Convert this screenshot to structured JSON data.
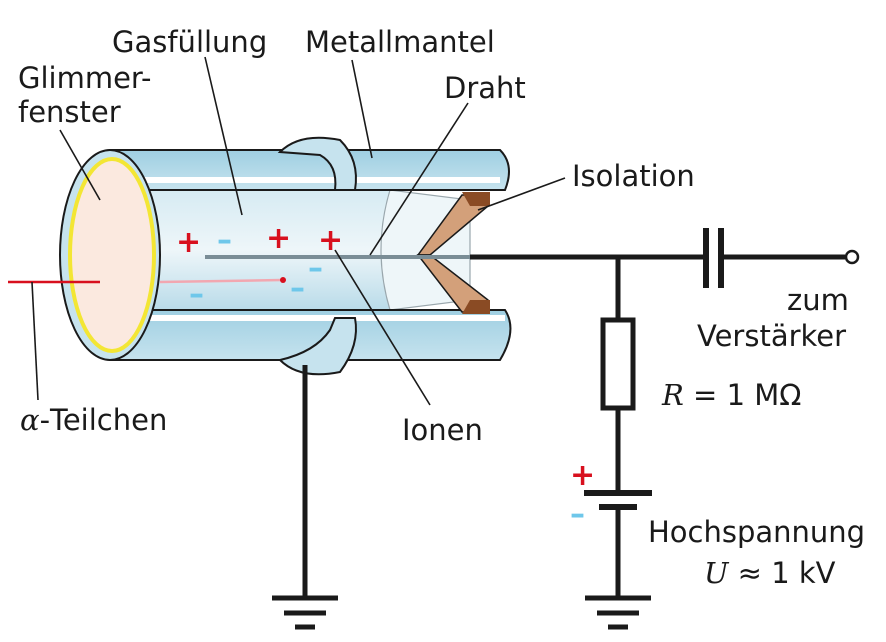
{
  "labels": {
    "gasfuellung": "Gasfüllung",
    "metallmantel": "Metallmantel",
    "glimmer_line1": "Glimmer-",
    "glimmer_line2": "fenster",
    "draht": "Draht",
    "isolation": "Isolation",
    "zum": "zum",
    "verstaerker": "Verstärker",
    "r_symbol": "R",
    "r_value": " = 1 MΩ",
    "alpha_symbol": "α",
    "alpha_text": "-Teilchen",
    "ionen": "Ionen",
    "hochspannung": "Hochspannung",
    "u_symbol": "U",
    "u_value": " ≈ 1 kV"
  },
  "charges": {
    "plus": "+",
    "minus": "–"
  },
  "colors": {
    "cylinder_fill": "#b9dbe9",
    "cylinder_inner": "#dcecf3",
    "window_fill": "#fbe9df",
    "window_rim": "#f3e634",
    "insulation": "#b06a3a",
    "plus": "#d8101e",
    "minus": "#6ec7ea",
    "alpha_track": "#d8101e"
  }
}
